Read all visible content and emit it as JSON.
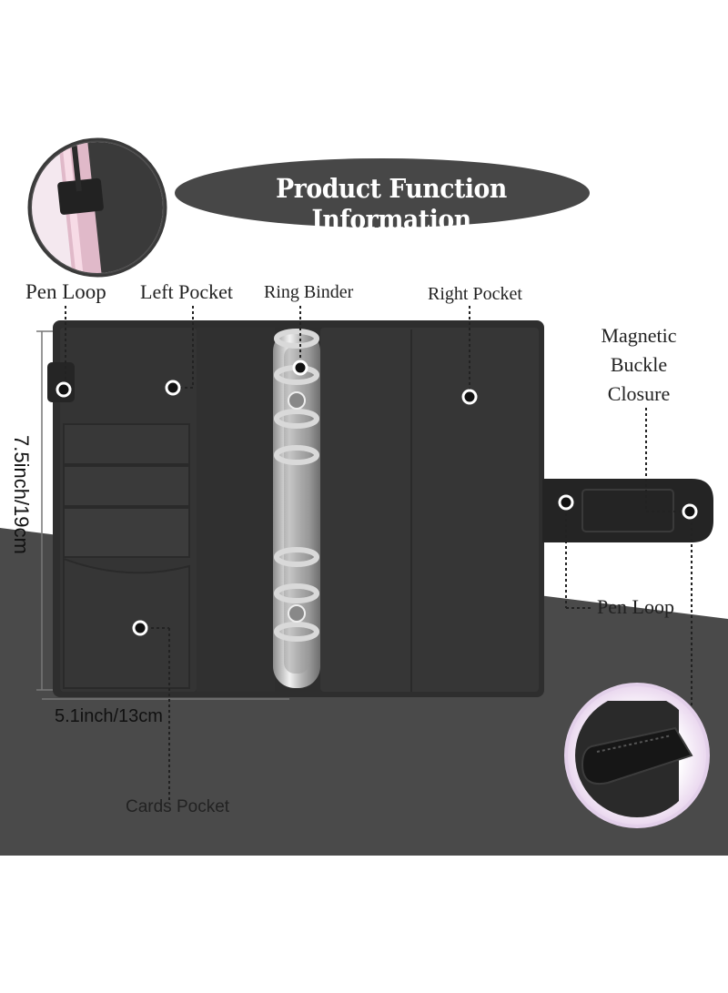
{
  "title": "Product Function Information",
  "labels": {
    "pen_loop_top": "Pen Loop",
    "left_pocket": "Left Pocket",
    "ring_binder": "Ring Binder",
    "right_pocket": "Right Pocket",
    "magnetic_line1": "Magnetic",
    "magnetic_line2": "Buckle",
    "magnetic_line3": "Closure",
    "pen_loop_right": "Pen Loop",
    "cards_pocket": "Cards Pocket"
  },
  "dimensions": {
    "height": "7.5inch/19cm",
    "width": "5.1inch/13cm"
  },
  "colors": {
    "banner": "#474747",
    "band": "#4a4a4a",
    "binder": "#2e2e2e",
    "binder_panel": "#363636",
    "ring_metal": "#c9c9c9"
  }
}
